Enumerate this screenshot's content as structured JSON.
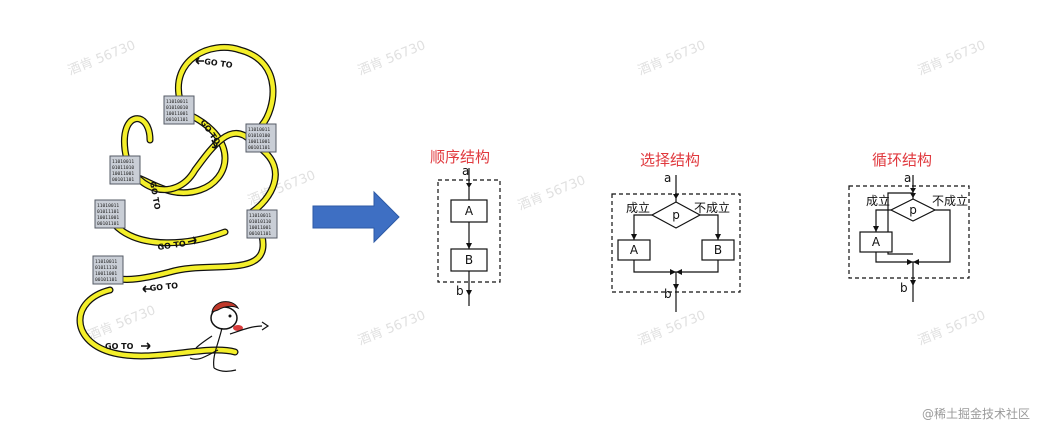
{
  "goto_label": "GO TO",
  "chips": [
    {
      "bits": [
        "11010011",
        "01010010",
        "10011001",
        "00101101"
      ]
    },
    {
      "bits": [
        "11010011",
        "01010100",
        "10011001",
        "00101101"
      ]
    },
    {
      "bits": [
        "11010011",
        "01011010",
        "10011001",
        "00101101"
      ]
    },
    {
      "bits": [
        "11010011",
        "01011101",
        "10011001",
        "00101101"
      ]
    },
    {
      "bits": [
        "11010011",
        "01010110",
        "10011001",
        "00101101"
      ]
    },
    {
      "bits": [
        "11010011",
        "01011110",
        "10011001",
        "00101101"
      ]
    }
  ],
  "structures": {
    "sequence": {
      "title": "顺序结构",
      "entry": "a",
      "exit": "b",
      "box_a": "A",
      "box_b": "B"
    },
    "selection": {
      "title": "选择结构",
      "entry": "a",
      "exit": "b",
      "cond": "p",
      "yes": "成立",
      "no": "不成立",
      "box_a": "A",
      "box_b": "B"
    },
    "loop": {
      "title": "循环结构",
      "entry": "a",
      "exit": "b",
      "cond": "p",
      "yes": "成立",
      "no": "不成立",
      "box_a": "A"
    }
  },
  "watermark": "酒肯 56730",
  "footer": "@稀土掘金技术社区",
  "colors": {
    "title": "#e0393e",
    "arrow": "#3e6fc3",
    "wire": "#f4ef2a",
    "chip": "#c9ced6"
  }
}
